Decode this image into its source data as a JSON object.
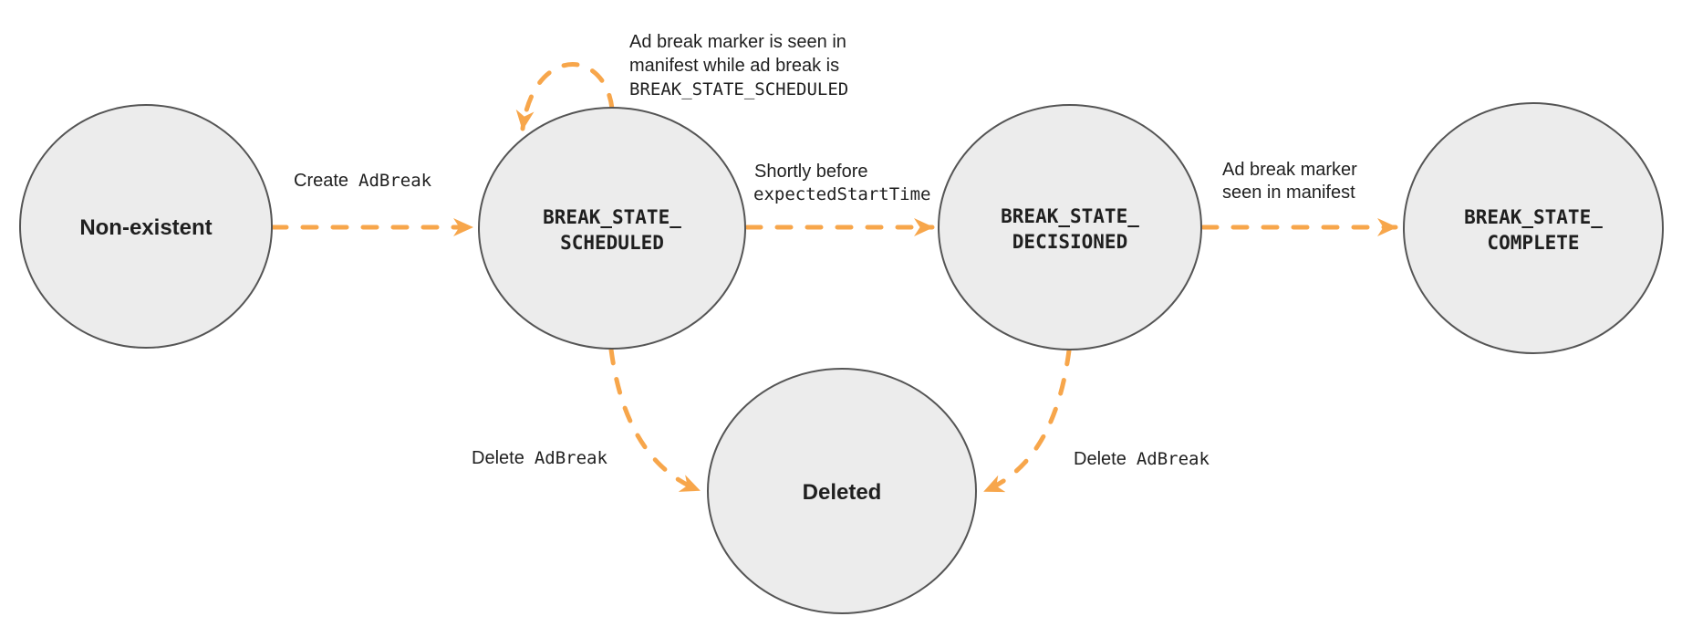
{
  "diagram": {
    "colors": {
      "arrow": "#F7A64B",
      "node_fill": "#ECECEC",
      "node_border": "#555555",
      "text": "#1F1F1F"
    },
    "nodes": {
      "non_existent": {
        "label": "Non-existent"
      },
      "scheduled": {
        "line1": "BREAK_STATE_",
        "line2": "SCHEDULED"
      },
      "decisioned": {
        "line1": "BREAK_STATE_",
        "line2": "DECISIONED"
      },
      "complete": {
        "line1": "BREAK_STATE_",
        "line2": "COMPLETE"
      },
      "deleted": {
        "label": "Deleted"
      }
    },
    "edges": {
      "create": {
        "plain": "Create",
        "code": "AdBreak"
      },
      "self_loop": {
        "line1": "Ad break marker is seen in",
        "line2": "manifest while ad break is",
        "line3_code": "BREAK_STATE_SCHEDULED"
      },
      "to_decisioned": {
        "line1": "Shortly before",
        "line2_code": "expectedStartTime"
      },
      "to_complete": {
        "line1": "Ad break marker",
        "line2": "seen in manifest"
      },
      "delete_from_scheduled": {
        "plain": "Delete",
        "code": "AdBreak"
      },
      "delete_from_decisioned": {
        "plain": "Delete",
        "code": "AdBreak"
      }
    }
  }
}
